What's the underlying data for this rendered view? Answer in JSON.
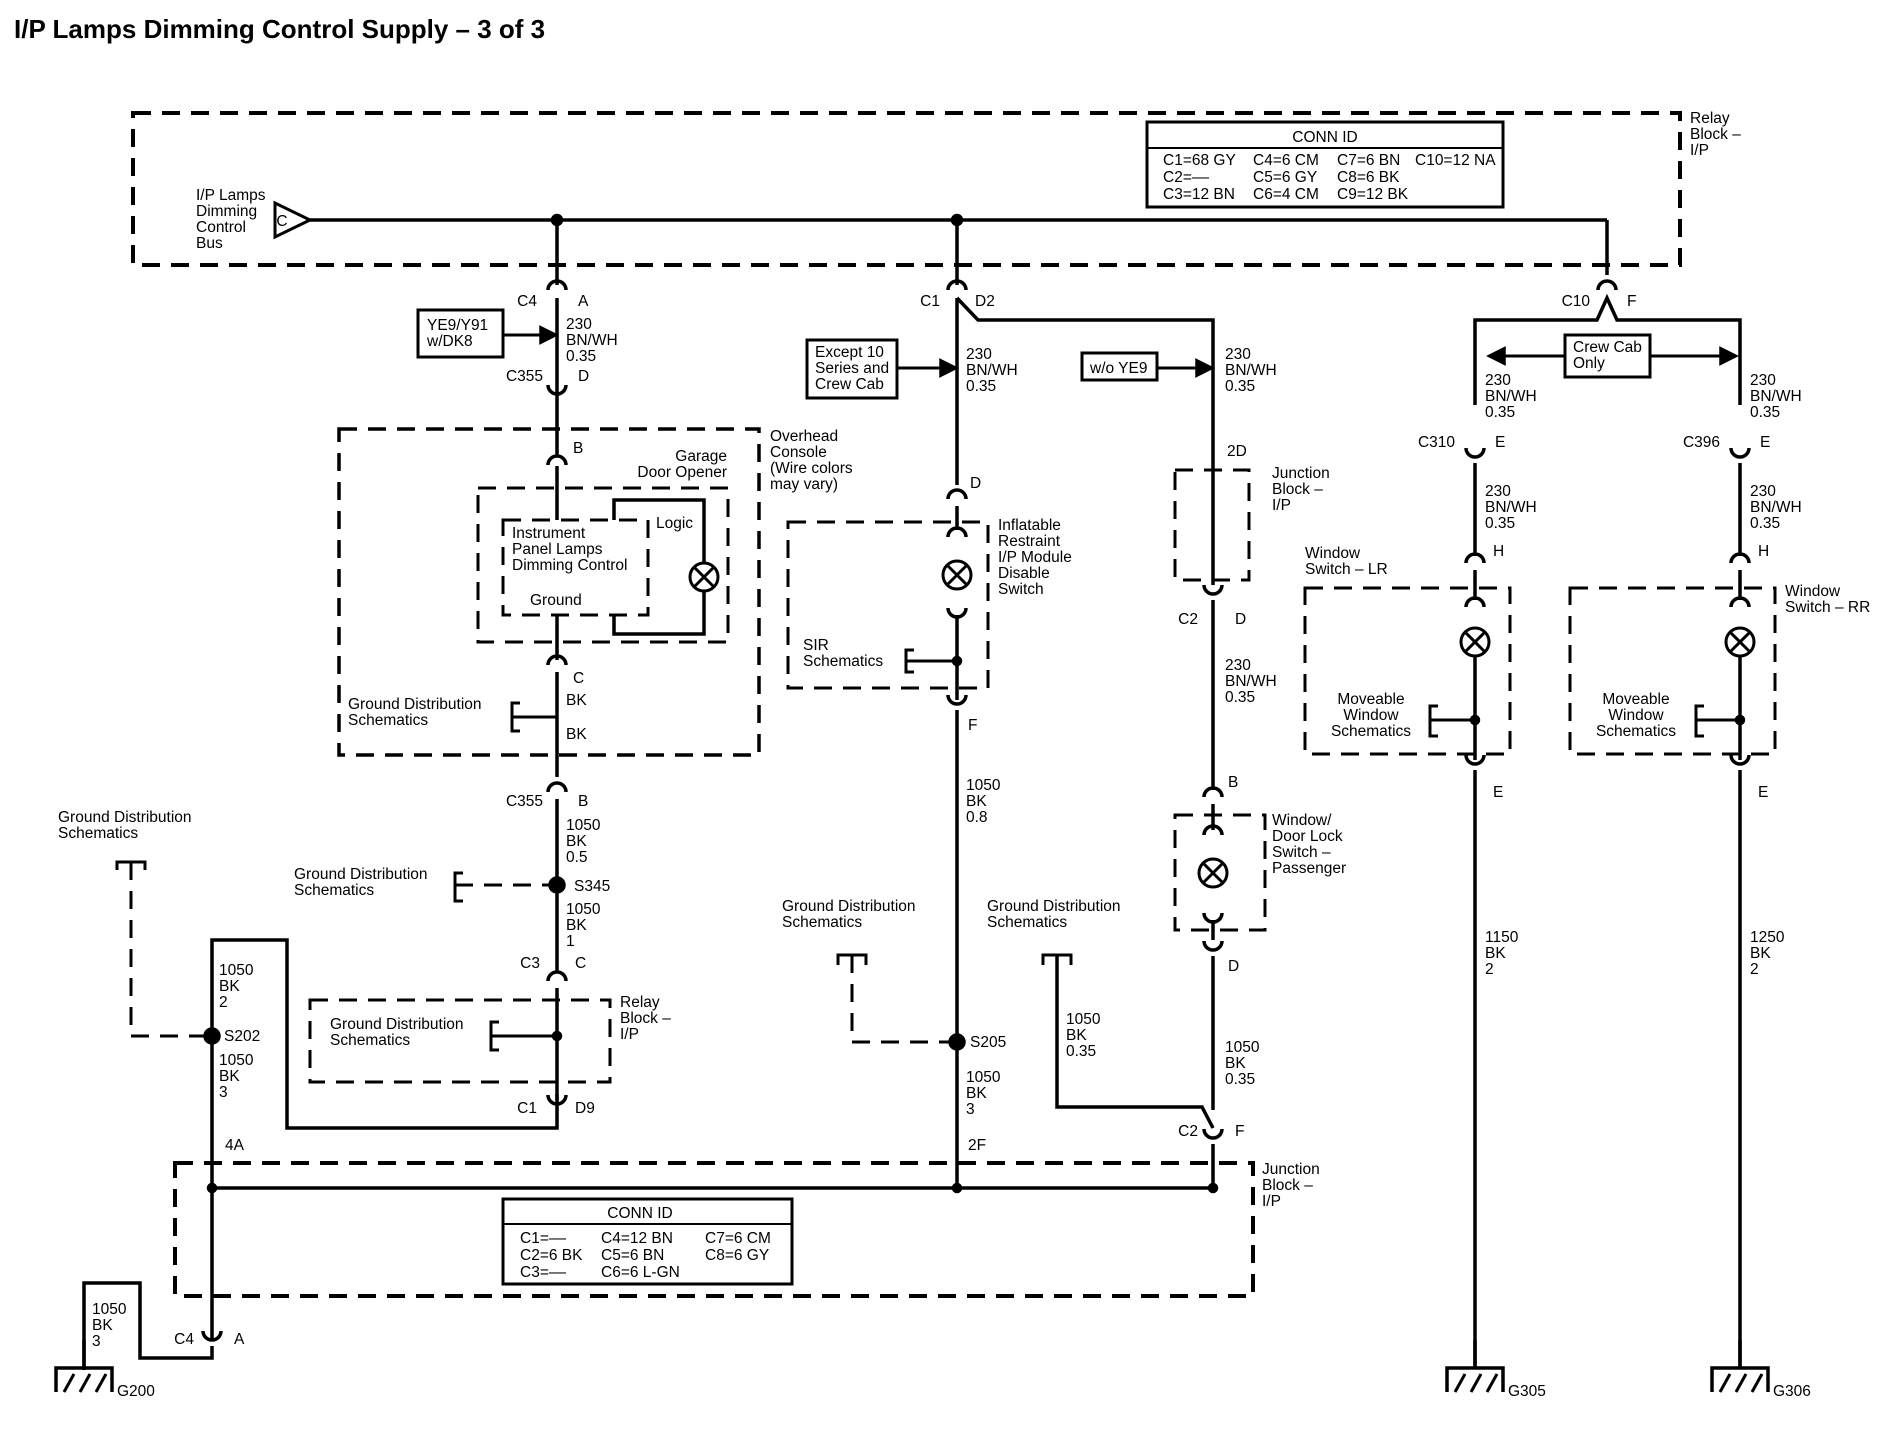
{
  "title": "I/P Lamps Dimming Control Supply – 3 of 3",
  "boxes": {
    "relay_block_top": [
      "Relay",
      "Block –",
      "I/P"
    ],
    "relay_block_mid": [
      "Relay",
      "Block –",
      "I/P"
    ],
    "overhead_console": [
      "Overhead",
      "Console",
      "(Wire colors",
      "may vary)"
    ],
    "garage_door_opener": [
      "Garage",
      "Door Opener"
    ],
    "ipl_dimming_control": [
      "Instrument",
      "Panel Lamps",
      "Dimming Control"
    ],
    "logic": "Logic",
    "ground": "Ground",
    "inflatable_restraint": [
      "Inflatable",
      "Restraint",
      "I/P Module",
      "Disable",
      "Switch"
    ],
    "junction_block_right": [
      "Junction",
      "Block –",
      "I/P"
    ],
    "junction_block_bottom": [
      "Junction",
      "Block –",
      "I/P"
    ],
    "window_door_lock": [
      "Window/",
      "Door Lock",
      "Switch –",
      "Passenger"
    ],
    "window_switch_lr": [
      "Window",
      "Switch – LR"
    ],
    "window_switch_rr": [
      "Window",
      "Switch – RR"
    ],
    "bus": [
      "I/P Lamps",
      "Dimming",
      "Control",
      "Bus"
    ],
    "bus_letter": "C"
  },
  "conn_id_top": {
    "header": "CONN ID",
    "rows": [
      [
        "C1=68 GY",
        "C4=6 CM",
        "C7=6 BN",
        "C10=12 NA"
      ],
      [
        "C2=––",
        "C5=6 GY",
        "C8=6 BK",
        ""
      ],
      [
        "C3=12 BN",
        "C6=4 CM",
        "C9=12 BK",
        ""
      ]
    ]
  },
  "conn_id_bottom": {
    "header": "CONN ID",
    "rows": [
      [
        "C1=––",
        "C4=12 BN",
        "C7=6 CM"
      ],
      [
        "C2=6 BK",
        "C5=6 BN",
        "C8=6 GY"
      ],
      [
        "C3=––",
        "C6=6 L-GN",
        ""
      ]
    ]
  },
  "options": {
    "ye9_y91": [
      "YE9/Y91",
      "w/DK8"
    ],
    "except_10": [
      "Except 10",
      "Series and",
      "Crew Cab"
    ],
    "wo_ye9": "w/o YE9",
    "crew_cab": [
      "Crew Cab",
      "Only"
    ]
  },
  "references": {
    "ground_distribution": [
      "Ground Distribution",
      "Schematics"
    ],
    "sir": [
      "SIR",
      "Schematics"
    ],
    "moveable_window": [
      "Moveable",
      "Window",
      "Schematics"
    ]
  },
  "connectors": {
    "c4": "C4",
    "c4_pin": "A",
    "c355": "C355",
    "c355_pin_d": "D",
    "c355_pin_b": "B",
    "pin_b": "B",
    "pin_c": "C",
    "c3": "C3",
    "c3_pin": "C",
    "c1": "C1",
    "c1_pin_d9": "D9",
    "c1_pin_d2": "D2",
    "pin_d": "D",
    "pin_f": "F",
    "c10": "C10",
    "c10_pin": "F",
    "pin_2d": "2D",
    "c2": "C2",
    "c2_pin_d": "D",
    "c2_pin_f": "F",
    "pin_e": "E",
    "pin_h": "H",
    "c310": "C310",
    "c396": "C396",
    "pin_4a": "4A",
    "pin_2f": "2F"
  },
  "splices": {
    "s345": "S345",
    "s202": "S202",
    "s205": "S205"
  },
  "grounds": {
    "g200": "G200",
    "g305": "G305",
    "g306": "G306"
  },
  "wires": {
    "w230_035": [
      "230",
      "BN/WH",
      "0.35"
    ],
    "w1050_05": [
      "1050",
      "BK",
      "0.5"
    ],
    "w1050_1": [
      "1050",
      "BK",
      "1"
    ],
    "w1050_2": [
      "1050",
      "BK",
      "2"
    ],
    "w1050_3": [
      "1050",
      "BK",
      "3"
    ],
    "w1050_08": [
      "1050",
      "BK",
      "0.8"
    ],
    "w1050_035": [
      "1050",
      "BK",
      "0.35"
    ],
    "w1150_2": [
      "1150",
      "BK",
      "2"
    ],
    "w1250_2": [
      "1250",
      "BK",
      "2"
    ],
    "bk": "BK"
  }
}
